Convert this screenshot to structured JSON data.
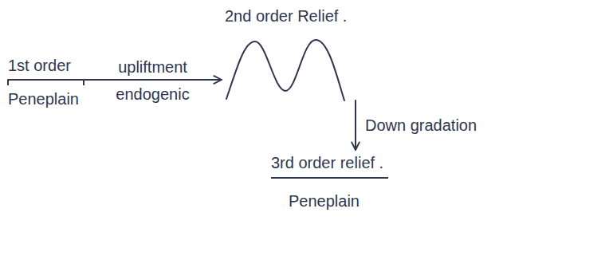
{
  "diagram": {
    "nodes": [
      {
        "text": [
          "1st order",
          "Peneplain"
        ]
      },
      {
        "text": [
          "2nd order Relief ."
        ]
      },
      {
        "text": [
          "3rd order relief .",
          "Peneplain"
        ]
      }
    ],
    "edges": [
      {
        "from": 0,
        "to": 1,
        "arrow": "to",
        "label": "upliftment"
      },
      {
        "from": 1,
        "to": 2,
        "arrow": "to",
        "label": "Down gradation"
      }
    ],
    "labels": [
      "endogenic"
    ]
  }
}
